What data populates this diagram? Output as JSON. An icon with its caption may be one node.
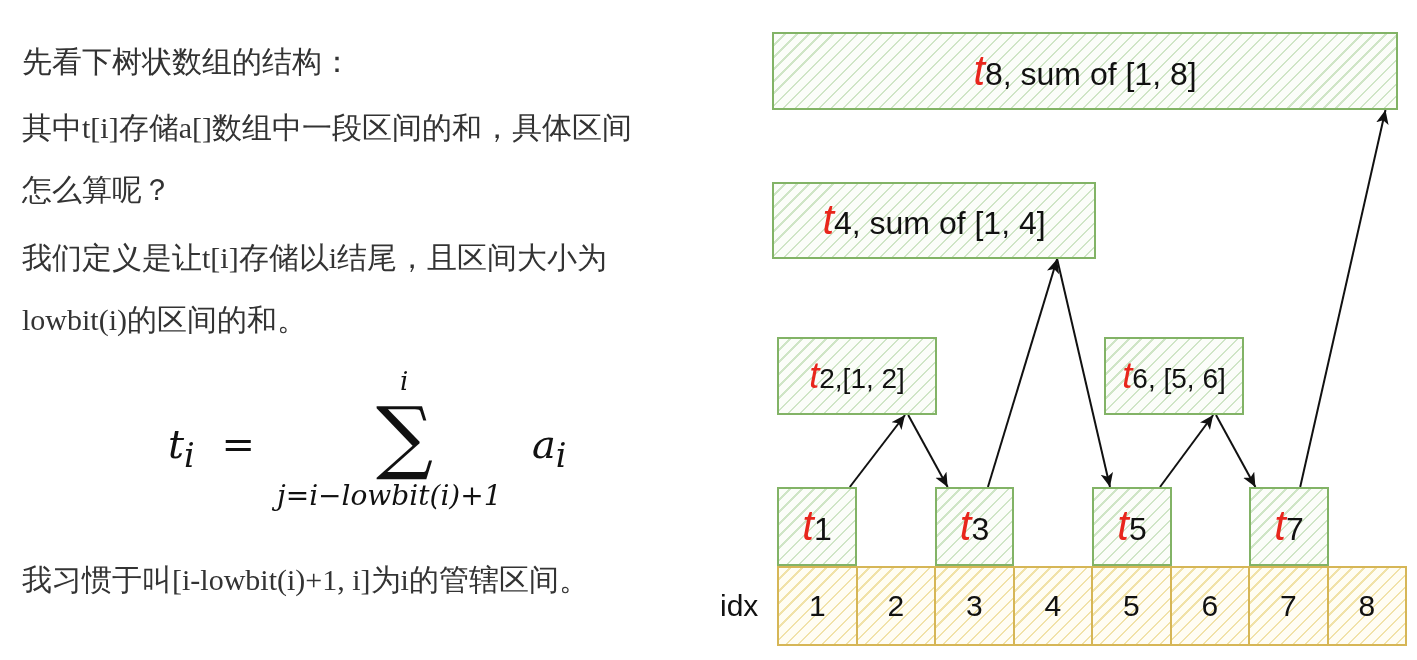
{
  "diagram": {
    "nodes": [
      {
        "text": [
          "t8, sum of [1, 8]"
        ]
      },
      {
        "text": [
          "t4, sum of [1, 4]"
        ]
      },
      {
        "text": [
          "t2,[1, 2]"
        ]
      },
      {
        "text": [
          "t6, [5, 6]"
        ]
      },
      {
        "text": [
          "t1"
        ]
      },
      {
        "text": [
          "t3"
        ]
      },
      {
        "text": [
          "t5"
        ]
      },
      {
        "text": [
          "t7"
        ]
      },
      {
        "text": [
          "1"
        ]
      },
      {
        "text": [
          "2"
        ]
      },
      {
        "text": [
          "3"
        ]
      },
      {
        "text": [
          "4"
        ]
      },
      {
        "text": [
          "5"
        ]
      },
      {
        "text": [
          "6"
        ]
      },
      {
        "text": [
          "7"
        ]
      },
      {
        "text": [
          "8"
        ]
      }
    ],
    "edges": [
      {
        "from": 4,
        "to": 2,
        "arrow": "to"
      },
      {
        "from": 2,
        "to": 5,
        "arrow": "to"
      },
      {
        "from": 5,
        "to": 1,
        "arrow": "to"
      },
      {
        "from": 1,
        "to": 6,
        "arrow": "to"
      },
      {
        "from": 6,
        "to": 3,
        "arrow": "to"
      },
      {
        "from": 3,
        "to": 7,
        "arrow": "to"
      },
      {
        "from": 7,
        "to": 0,
        "arrow": "to"
      }
    ],
    "labels": [
      "先看下树状数组的结构：",
      "其中t[i]存储a[]数组中一段区间的和，具体区间怎么算呢？",
      "我们定义是让t[i]存储以i结尾，且区间大小为lowbit(i)的区间的和。",
      "t$_{i}$ =",
      "i",
      "∑",
      "j=i−lowbit(i)+1",
      "a$_{i}$",
      "我习惯于叫[i-lowbit(i)+1, i]为i的管辖区间。",
      "idx"
    ]
  }
}
